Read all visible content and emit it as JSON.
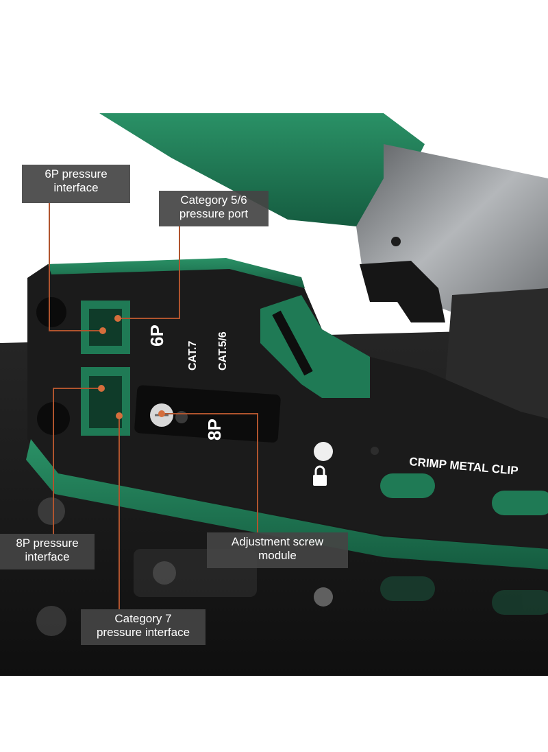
{
  "callouts": {
    "six_p_pressure": {
      "line1": "6P pressure",
      "line2": "interface"
    },
    "cat56_port": {
      "line1": "Category 5/6",
      "line2": "pressure port"
    },
    "eight_p_pressure": {
      "line1": "8P pressure",
      "line2": "interface"
    },
    "adjust_screw": {
      "line1": "Adjustment screw",
      "line2": "module"
    },
    "cat7_pressure": {
      "line1": "Category 7",
      "line2": "pressure interface"
    }
  },
  "tool_labels": {
    "six_p": "6P",
    "cat7": "CAT.7",
    "cat56": "CAT.5/6",
    "eight_p": "8P",
    "crimp": "CRIMP METAL CLIP"
  },
  "colors": {
    "tool_green": "#1f7a55",
    "tool_body": "#1a1a1a",
    "steel": "#8c8f92",
    "callout_bg": "#444444",
    "leader_line": "#b0542e"
  }
}
